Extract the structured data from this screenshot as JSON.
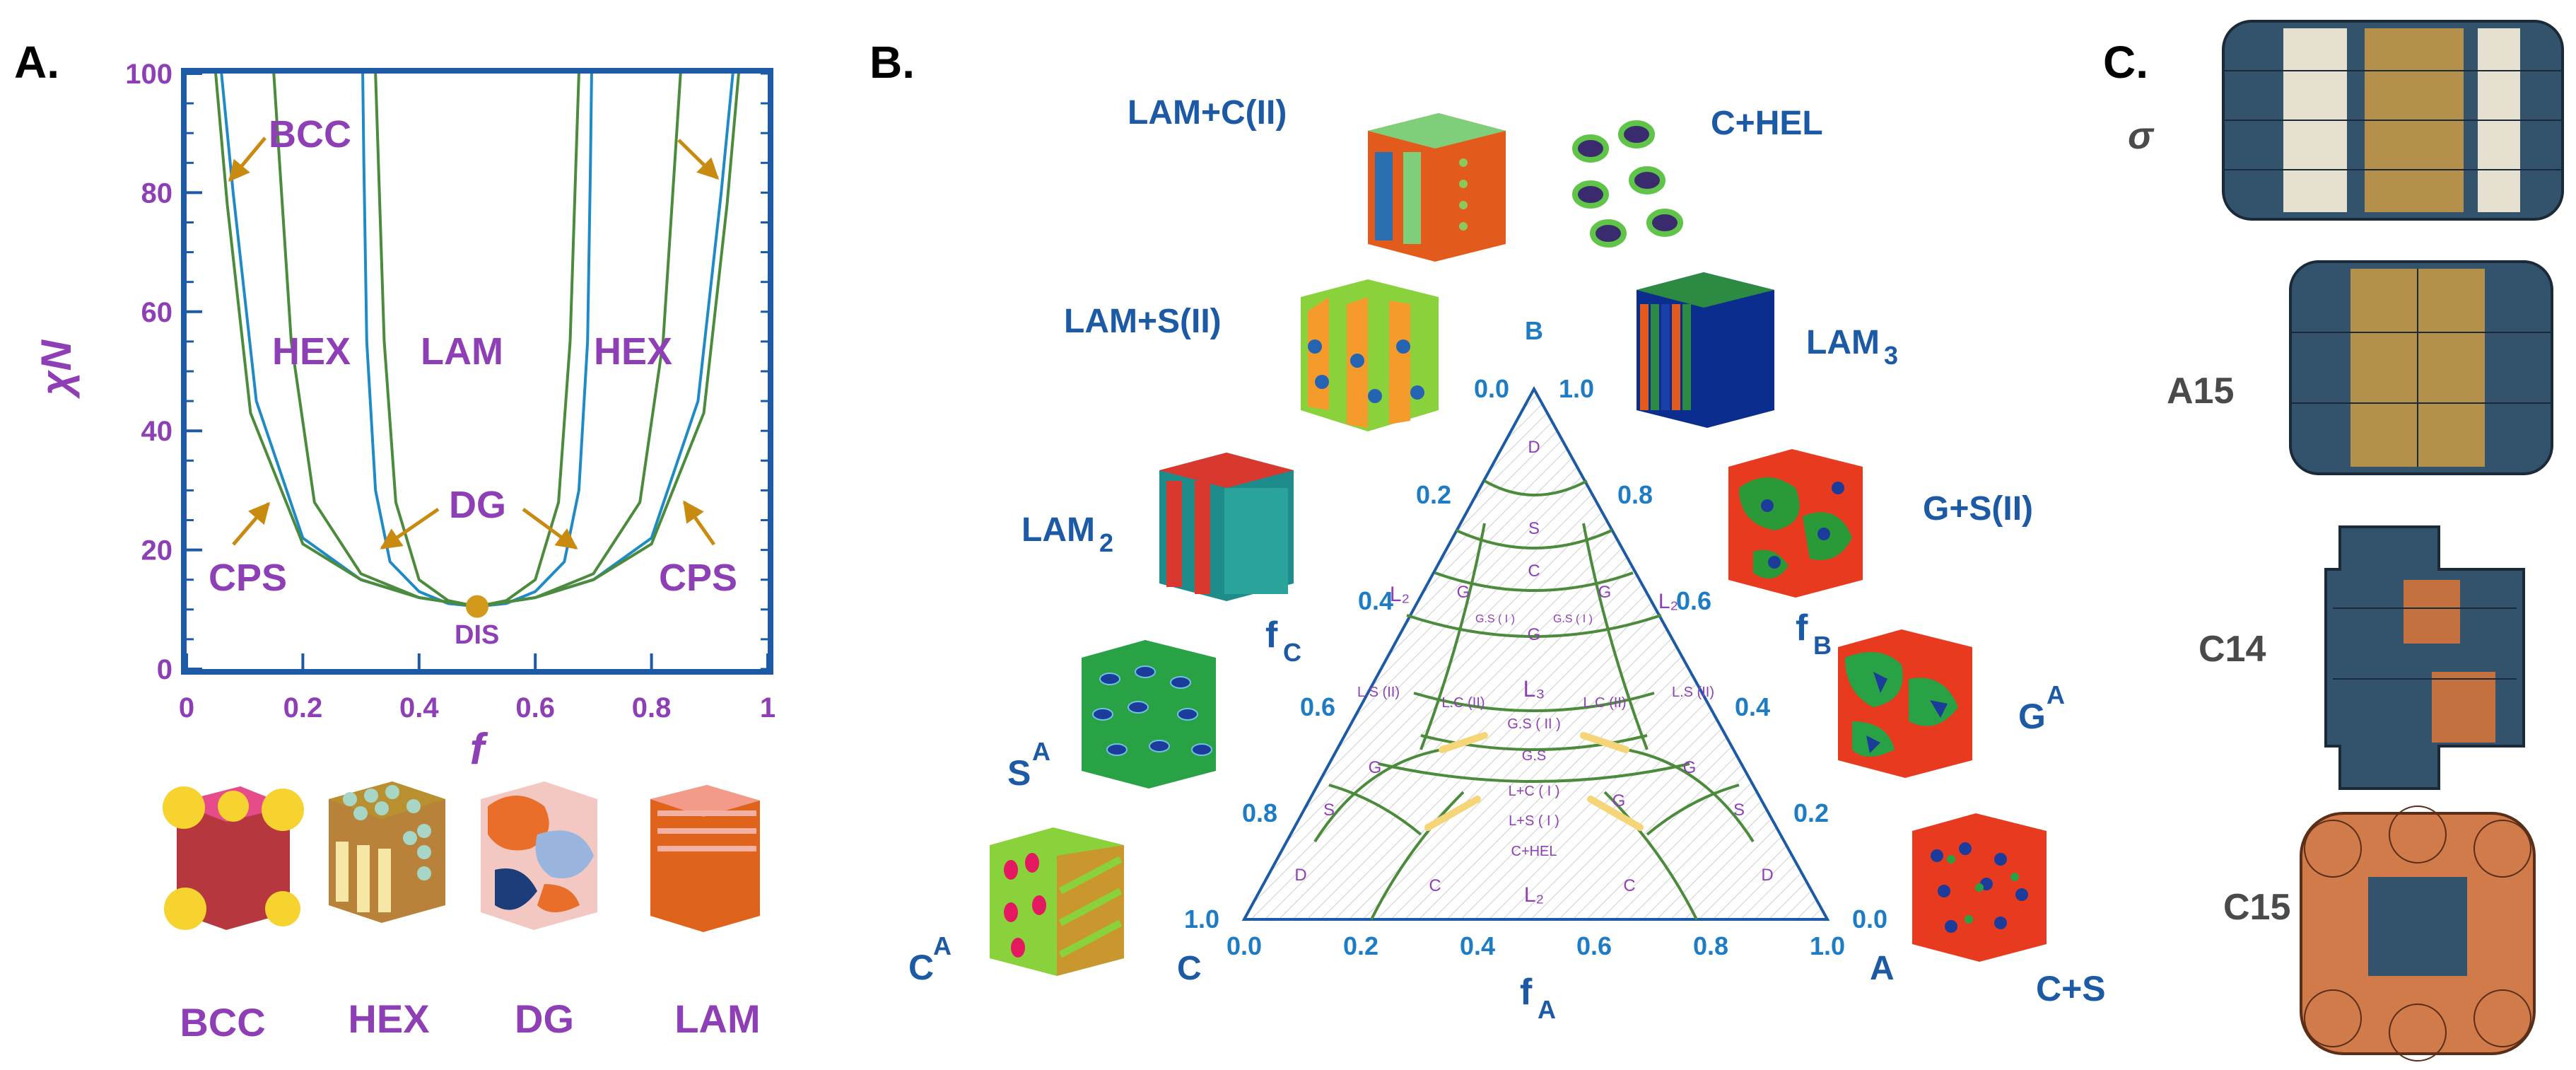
{
  "panels": {
    "a": "A.",
    "b": "B.",
    "c": "C."
  },
  "panel_a": {
    "y_axis_label": "χN",
    "x_axis_label": "f",
    "phase_labels": {
      "bcc": "BCC",
      "hex_left": "HEX",
      "lam": "LAM",
      "hex_right": "HEX",
      "dg": "DG",
      "cps_left": "CPS",
      "cps_right": "CPS",
      "dis": "DIS"
    },
    "morphology_labels": [
      "BCC",
      "HEX",
      "DG",
      "LAM"
    ]
  },
  "panel_b": {
    "vertex_labels": {
      "top": "B",
      "left": "C",
      "right": "A"
    },
    "axis_labels": {
      "left": "f",
      "left_sub": "C",
      "right": "f",
      "right_sub": "B",
      "bottom": "f",
      "bottom_sub": "A"
    },
    "tick_labels": [
      "0.0",
      "0.2",
      "0.4",
      "0.6",
      "0.8",
      "1.0"
    ],
    "regions": [
      "D",
      "S",
      "C",
      "G",
      "G",
      "G",
      "L₂",
      "L₂",
      "L₃",
      "G.S ( I )",
      "G.S ( I )",
      "L.S (II)",
      "L.S (II)",
      "L.C (II)",
      "L.C (II)",
      "G.S ( II )",
      "G.S",
      "L+C ( I )",
      "L+S ( I )",
      "C+HEL",
      "L₂",
      "G",
      "G",
      "S",
      "S",
      "D",
      "D",
      "C",
      "C",
      "G"
    ],
    "morphologies": {
      "lam_c2": "LAM+C(II)",
      "c_hel": "C+HEL",
      "lam_s2": "LAM+S(II)",
      "lam3": "LAM",
      "lam3_sub": "3",
      "lam2": "LAM",
      "lam2_sub": "2",
      "g_s2": "G+S(II)",
      "sa": "S",
      "sa_sup": "A",
      "ga": "G",
      "ga_sup": "A",
      "ca": "C",
      "ca_sup": "A",
      "c_s": "C+S"
    }
  },
  "panel_c": {
    "structures": [
      "σ",
      "A15",
      "C14",
      "C15"
    ]
  },
  "chart_data": {
    "type": "line",
    "xlabel": "f",
    "ylabel": "χN",
    "xlim": [
      0,
      1
    ],
    "ylim": [
      0,
      100
    ],
    "x_ticks": [
      0,
      0.2,
      0.4,
      0.6,
      0.8,
      1
    ],
    "y_ticks": [
      0,
      20,
      40,
      60,
      80,
      100
    ],
    "series": [
      {
        "x": [
          0.5,
          0.45,
          0.4,
          0.35,
          0.325,
          0.31,
          0.305,
          0.303
        ],
        "y": [
          10.5,
          11,
          13,
          18,
          30,
          55,
          85,
          100
        ]
      },
      {
        "x": [
          0.5,
          0.45,
          0.4,
          0.36,
          0.34,
          0.33,
          0.325
        ],
        "y": [
          10.5,
          11.5,
          15,
          28,
          55,
          85,
          100
        ]
      },
      {
        "x": [
          0.5,
          0.4,
          0.3,
          0.22,
          0.18,
          0.16,
          0.15
        ],
        "y": [
          10.5,
          12,
          16,
          28,
          55,
          85,
          100
        ]
      },
      {
        "x": [
          0.5,
          0.4,
          0.3,
          0.2,
          0.12,
          0.08,
          0.06
        ],
        "y": [
          10.5,
          12,
          15,
          22,
          45,
          80,
          100
        ]
      },
      {
        "x": [
          0.5,
          0.4,
          0.3,
          0.2,
          0.11,
          0.07,
          0.05
        ],
        "y": [
          10.5,
          12,
          15,
          21,
          43,
          78,
          100
        ]
      }
    ],
    "critical_point": {
      "x": 0.5,
      "y": 10.5
    }
  }
}
